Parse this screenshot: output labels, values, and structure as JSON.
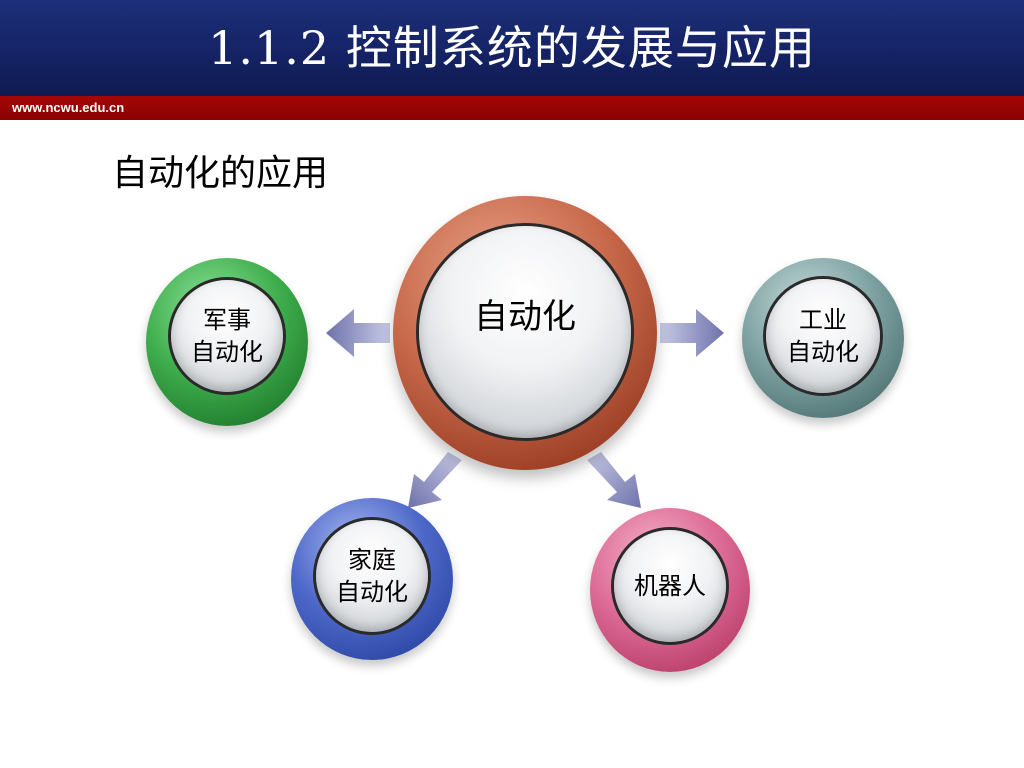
{
  "header": {
    "title": "1.1.2 控制系统的发展与应用",
    "url": "www.ncwu.edu.cn"
  },
  "subtitle": "自动化的应用",
  "center": {
    "label": "自动化"
  },
  "nodes": {
    "military": {
      "line1": "军事",
      "line2": "自动化"
    },
    "industrial": {
      "line1": "工业",
      "line2": "自动化"
    },
    "home": {
      "line1": "家庭",
      "line2": "自动化"
    },
    "robot": {
      "label": "机器人"
    }
  },
  "colors": {
    "header_blue": "#152366",
    "url_bar_red": "#9a0404",
    "center_ring": "#b85a3e",
    "military_ring": "#2f9a3f",
    "industrial_ring": "#5f8585",
    "home_ring": "#3452b8",
    "robot_ring": "#cf4f7e",
    "arrow": "#8c8fbe"
  }
}
